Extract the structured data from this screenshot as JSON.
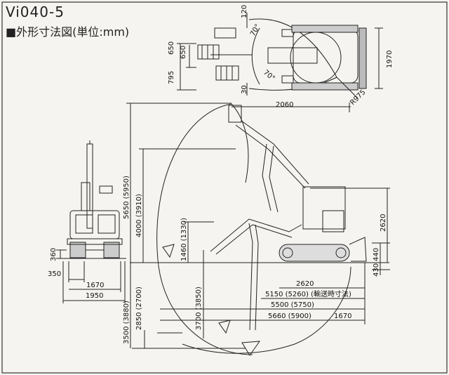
{
  "header": {
    "model": "Vi040-5",
    "subtitle": "■外形寸法図(単位:mm)"
  },
  "top_view": {
    "dims": {
      "d120": "120",
      "d650a": "650",
      "d650b": "650",
      "d795": "795",
      "d30": "30",
      "d1970": "1970",
      "r975": "R975",
      "a70a": "70°",
      "a70b": "70°"
    }
  },
  "front_view": {
    "dims": {
      "d360": "360",
      "d350": "350",
      "d1670": "1670",
      "d1950": "1950"
    }
  },
  "side_view": {
    "dims": {
      "d2060": "2060",
      "d5650": "5650 (5950)",
      "d4000": "4000 (3910)",
      "d1460": "1460 (1330)",
      "d3700": "3700 (3850)",
      "d3500": "3500 (3880)",
      "d2850": "2850 (2700)",
      "d2620v": "2620",
      "d440": "440",
      "d430": "430",
      "d2620h": "2620",
      "d5150": "5150 (5260) (輸送時寸法)",
      "d5500": "5500 (5750)",
      "d5660": "5660 (5900)",
      "d1670": "1670"
    }
  }
}
